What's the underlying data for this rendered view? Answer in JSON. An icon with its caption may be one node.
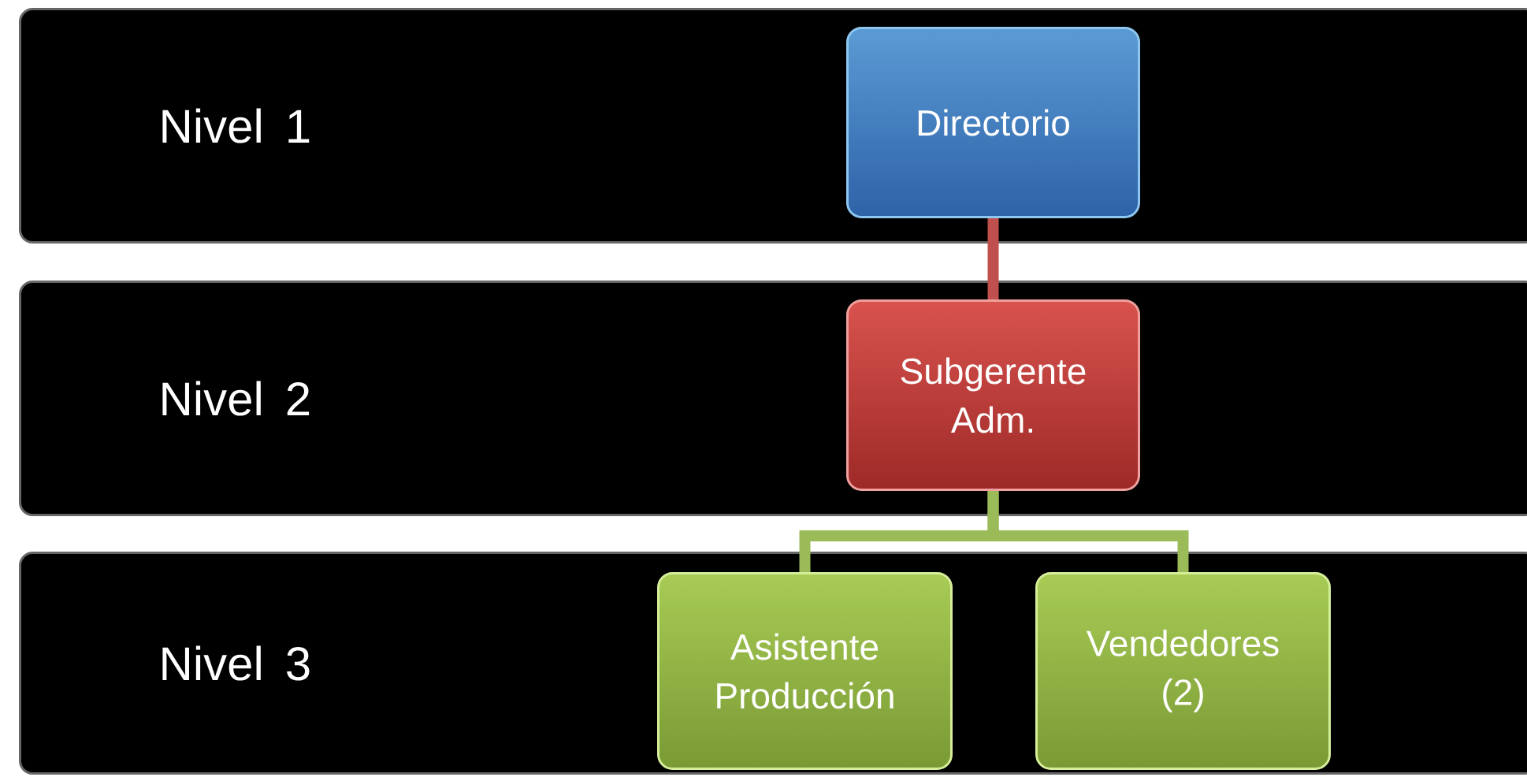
{
  "diagram": {
    "nodes": [
      {
        "text": [
          "Nivel 1"
        ]
      },
      {
        "text": [
          "Directorio"
        ],
        "in": 0
      },
      {
        "text": [
          "Nivel 2"
        ]
      },
      {
        "text": [
          "Subgerente Adm."
        ],
        "in": 2
      },
      {
        "text": [
          "Nivel 3"
        ]
      },
      {
        "text": [
          "Asistente Producción"
        ],
        "in": 4
      },
      {
        "text": [
          "Vendedores (2)"
        ],
        "in": 4
      }
    ],
    "edges": [
      {
        "from": 1,
        "to": 3,
        "arrow": "none",
        "color": "#c0504d"
      },
      {
        "from": 3,
        "to": 5,
        "arrow": "none",
        "color": "#9bbb59"
      },
      {
        "from": 3,
        "to": 6,
        "arrow": "none",
        "color": "#9bbb59"
      }
    ]
  }
}
